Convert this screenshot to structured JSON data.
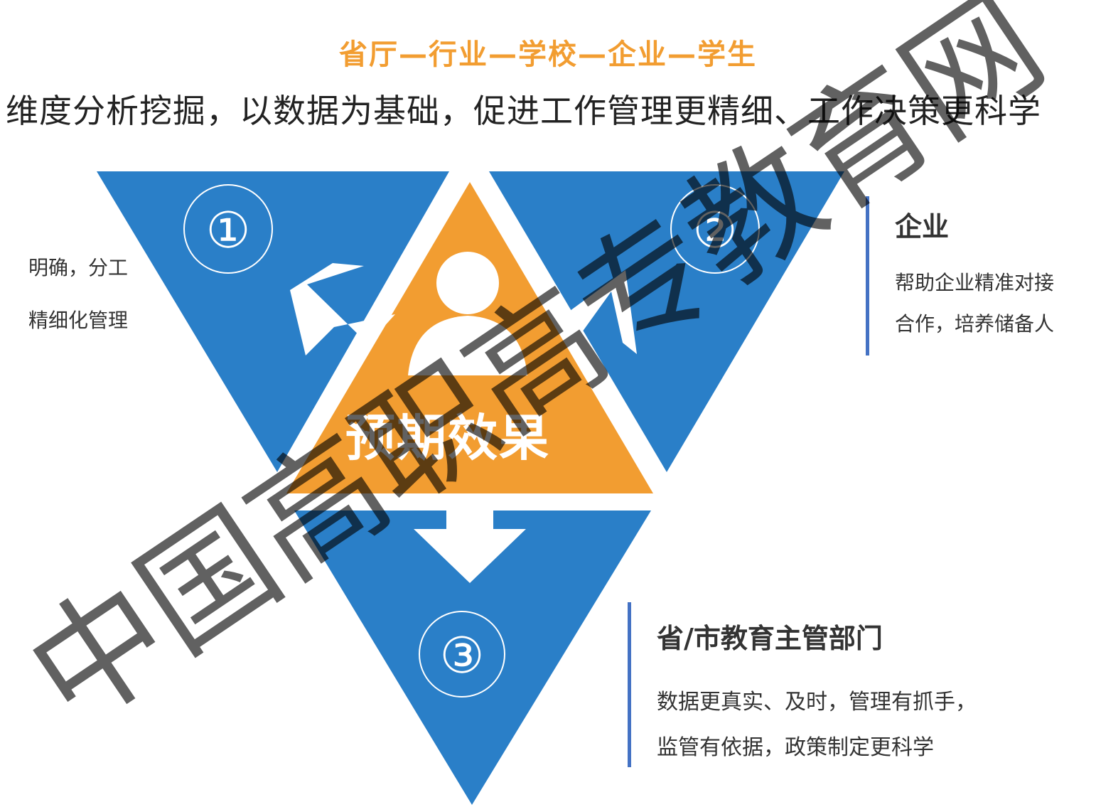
{
  "header": {
    "chain_title": "省厅—行业—学校—企业—学生",
    "subtitle": "维度分析挖掘，以数据为基础，促进工作管理更精细、工作决策更科学"
  },
  "center": {
    "label": "预期效果"
  },
  "numbers": {
    "one": "①",
    "two": "②",
    "three": "③"
  },
  "left_panel": {
    "lines": [
      "明确，分工",
      "精细化管理"
    ]
  },
  "enterprise_panel": {
    "title": "企业",
    "lines": [
      "帮助企业精准对接",
      "合作，培养储备人"
    ]
  },
  "gov_panel": {
    "title": "省/市教育主管部门",
    "lines": [
      "数据更真实、及时，管理有抓手，",
      "监管有依据，政策制定更科学"
    ]
  },
  "watermark": {
    "text": "中国高职高专教育网"
  },
  "colors": {
    "blue": "#2a7fc8",
    "orange": "#f29d31",
    "title_orange": "#f29d31",
    "accent_bar": "#4472c4",
    "watermark": "#000000"
  }
}
